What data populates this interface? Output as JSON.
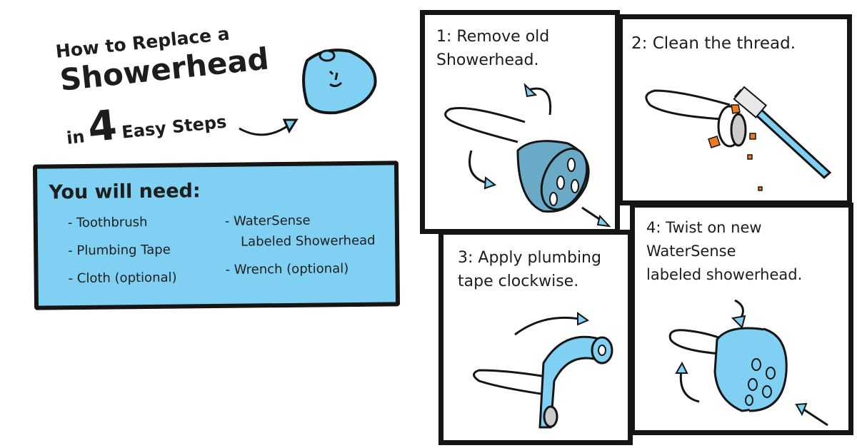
{
  "title": {
    "line1": "How to Replace a",
    "line2": "Showerhead",
    "line3_prefix": "in",
    "line3_number": "4",
    "line3_suffix": "Easy Steps"
  },
  "supplies": {
    "heading": "You will need:",
    "left": [
      "- Toothbrush",
      "- Plumbing Tape",
      "- Cloth (optional)"
    ],
    "right": [
      "- WaterSense",
      "Labeled Showerhead",
      "- Wrench (optional)"
    ]
  },
  "steps": [
    {
      "number": "1:",
      "text": "Remove old\nShowerhead."
    },
    {
      "number": "2:",
      "text": "Clean the thread."
    },
    {
      "number": "3:",
      "text": "Apply plumbing\ntape clockwise."
    },
    {
      "number": "4:",
      "text": "Twist on new\nWaterSense\nlabeled showerhead."
    }
  ],
  "colors": {
    "blue": "#7fd0f2",
    "dark_blue": "#6aaac6",
    "orange": "#f07a22",
    "ink": "#151515"
  }
}
